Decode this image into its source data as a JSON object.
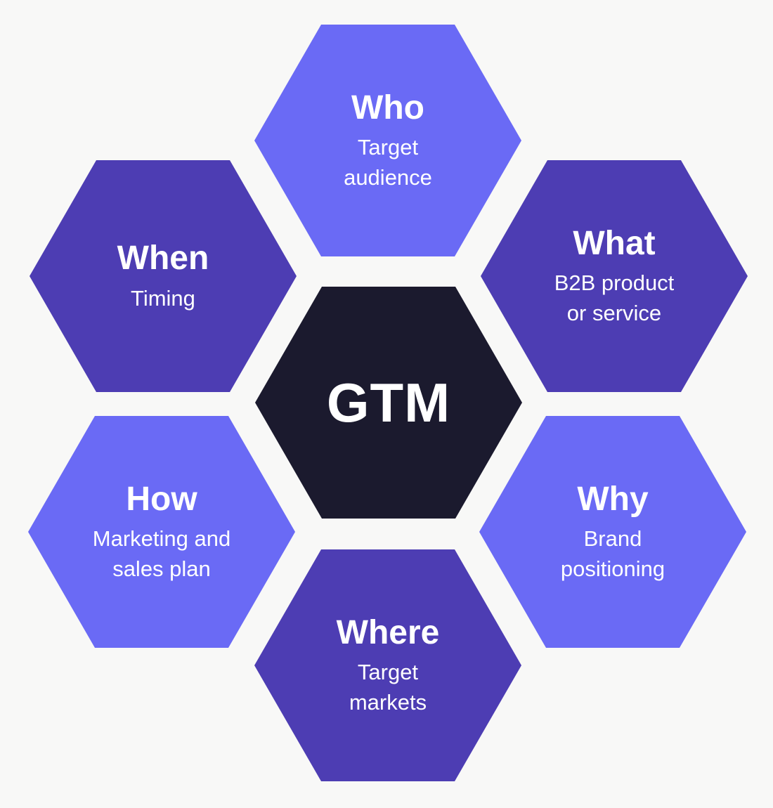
{
  "diagram": {
    "background": "#f8f8f7",
    "text_color": "#ffffff",
    "center": {
      "label": "GTM",
      "color": "#1b1a2e"
    },
    "hexagons": [
      {
        "id": "who",
        "label": "Who",
        "sublabel": "Target\naudience",
        "color": "#6a6af5"
      },
      {
        "id": "what",
        "label": "What",
        "sublabel": "B2B product\nor service",
        "color": "#4d3db3"
      },
      {
        "id": "why",
        "label": "Why",
        "sublabel": "Brand\npositioning",
        "color": "#6a6af5"
      },
      {
        "id": "where",
        "label": "Where",
        "sublabel": "Target\nmarkets",
        "color": "#4d3db3"
      },
      {
        "id": "how",
        "label": "How",
        "sublabel": "Marketing and\nsales plan",
        "color": "#6a6af5"
      },
      {
        "id": "when",
        "label": "When",
        "sublabel": "Timing",
        "color": "#4d3db3"
      }
    ]
  }
}
